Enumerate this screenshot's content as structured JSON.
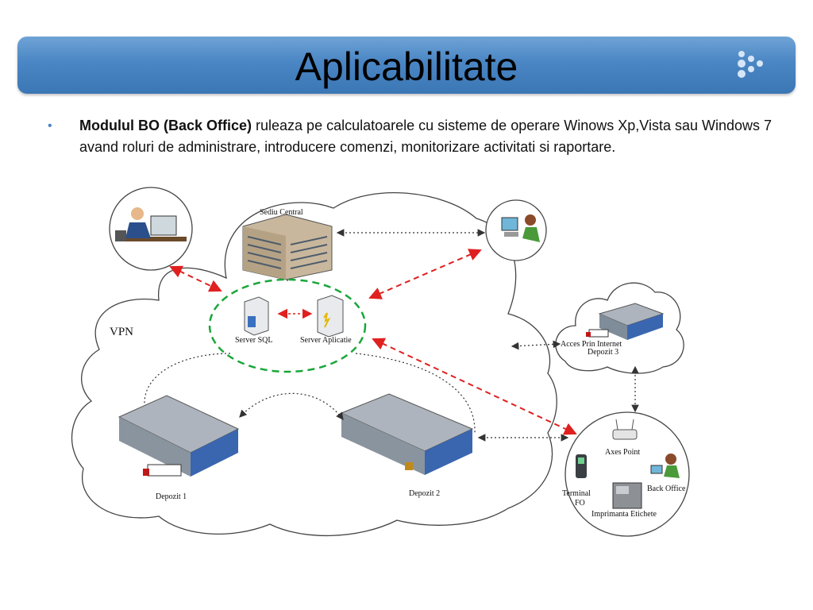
{
  "slide": {
    "title": "Aplicabilitate",
    "bullet_bold": "Modulul BO (Back Office)",
    "bullet_text": " ruleaza pe calculatoarele cu sisteme de operare Winows Xp,Vista sau Windows 7 avand roluri de administrare, introducere comenzi, monitorizare activitati si raportare."
  },
  "diagram": {
    "sediu_central": "Sediu Central",
    "vpn": "VPN",
    "server_sql": "Server SQL",
    "server_aplicatie": "Server Aplicatie",
    "acces_internet": "Acces Prin Internet",
    "depozit3": "Depozit 3",
    "depozit1": "Depozit 1",
    "depozit2": "Depozit 2",
    "axes_point": "Axes Point",
    "back_office": "Back Office",
    "terminal": "Terminal",
    "fo": "FO",
    "imprimanta": "Imprimanta Etichete"
  },
  "colors": {
    "title_bar": "#4a86c4",
    "red_link": "#e02020",
    "green_group": "#1aa63a"
  }
}
